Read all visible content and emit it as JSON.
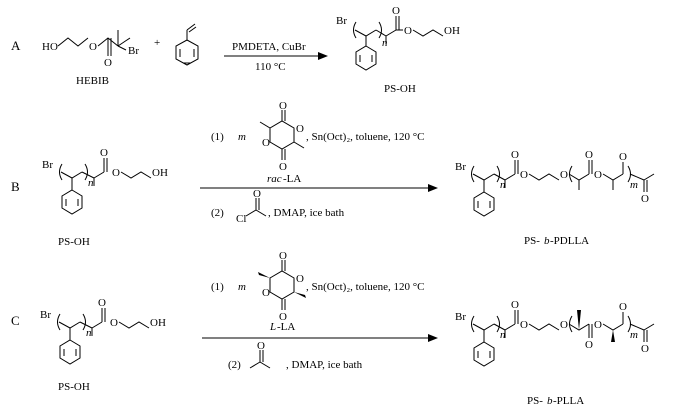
{
  "sections": {
    "a": {
      "letter": "A",
      "initiator": "HEBIB",
      "initiator_oh": "HO",
      "initiator_br": "Br",
      "plus": "+",
      "conditions_top": "PMDETA, CuBr",
      "conditions_bottom": "110 °C",
      "product_name": "PS-OH",
      "product_br": "Br",
      "product_oh": "OH",
      "n": "n"
    },
    "b": {
      "letter": "B",
      "reactant_name": "PS-OH",
      "reactant_br": "Br",
      "reactant_oh": "OH",
      "n": "n",
      "step1_num": "(1)",
      "step1_m": "m",
      "step1_cond": ", Sn(Oct)₂, toluene, 120 °C",
      "monomer_prefix": "rac",
      "monomer_suffix": "-LA",
      "step2_num": "(2)",
      "step2_cl": "Cl",
      "step2_cond": ", DMAP, ice bath",
      "product_prefix": "PS-",
      "product_b": "b",
      "product_suffix": "-PDLLA",
      "product_br": "Br",
      "product_m": "m"
    },
    "c": {
      "letter": "C",
      "reactant_name": "PS-OH",
      "reactant_br": "Br",
      "reactant_oh": "OH",
      "n": "n",
      "step1_num": "(1)",
      "step1_m": "m",
      "step1_cond": ", Sn(Oct)₂, toluene, 120 °C",
      "monomer_prefix": "L",
      "monomer_suffix": "-LA",
      "step2_num": "(2)",
      "step2_cond": ", DMAP, ice bath",
      "product_prefix": "PS-",
      "product_b": "b",
      "product_suffix": "-PLLA",
      "product_br": "Br",
      "product_m": "m"
    }
  },
  "atom_O": "O"
}
